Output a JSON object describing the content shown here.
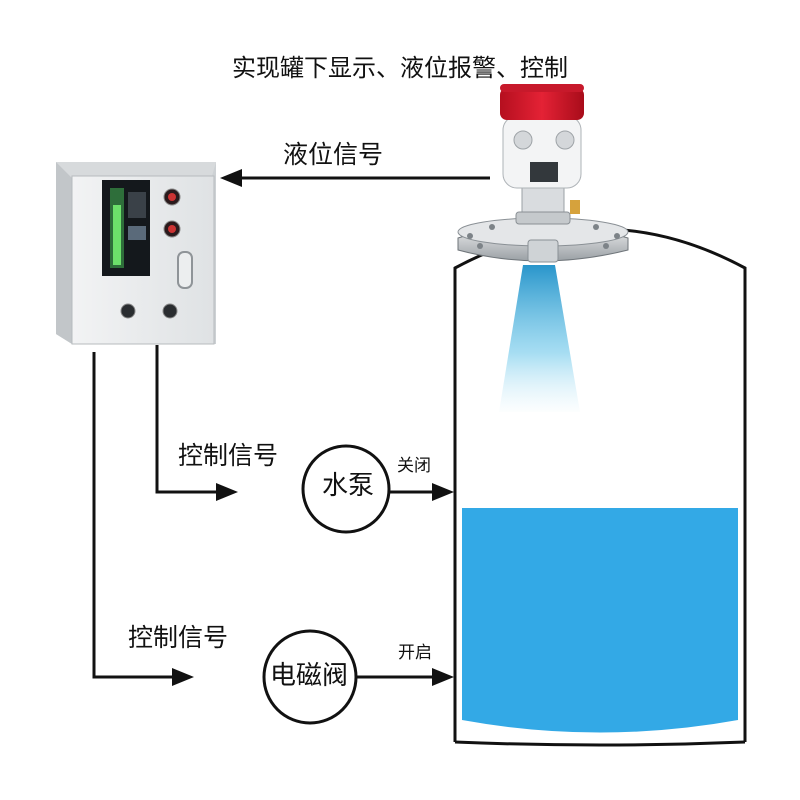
{
  "title": "实现罐下显示、液位报警、控制",
  "signals": {
    "level_signal": "液位信号",
    "pump_control_signal": "控制信号",
    "valve_control_signal": "控制信号"
  },
  "devices": {
    "pump": "水泵",
    "valve": "电磁阀"
  },
  "states": {
    "pump_state": "关闭",
    "valve_state": "开启"
  },
  "colors": {
    "water": "#33a9e6",
    "beam": "#64c8e8",
    "sensor_cap": "#d8172a",
    "panel": "#e9ebec",
    "line": "#111111"
  }
}
